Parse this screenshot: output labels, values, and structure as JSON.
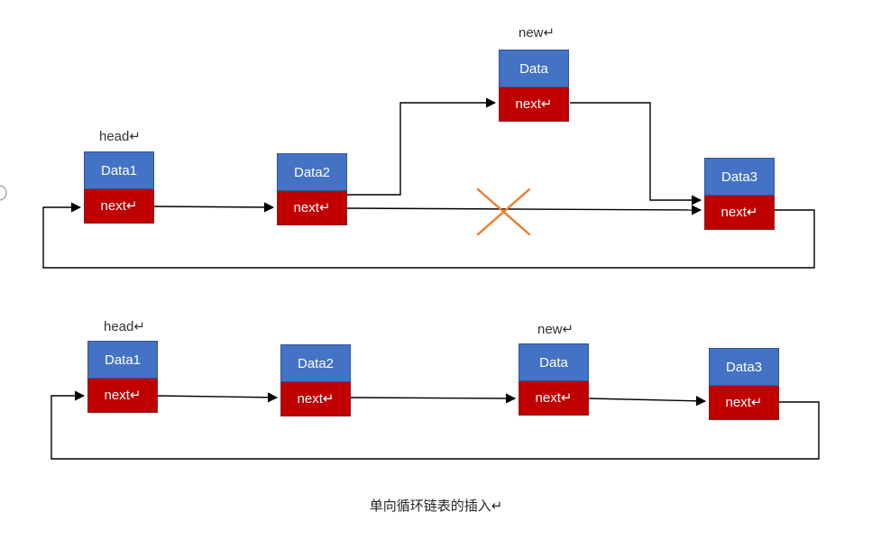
{
  "colors": {
    "blue": "#4472C4",
    "blue_border": "#2F5597",
    "red": "#C00000",
    "red_border": "#8F1E1E",
    "cross": "#ED7D31",
    "line": "#000000",
    "label": "#333333"
  },
  "top": {
    "head_label": "head↵",
    "new_label": "new↵",
    "new_node": {
      "data": "Data",
      "next": "next↵"
    },
    "node1": {
      "data": "Data1",
      "next": "next↵"
    },
    "node2": {
      "data": "Data2",
      "next": "next↵"
    },
    "node3": {
      "data": "Data3",
      "next": "next↵"
    }
  },
  "bottom": {
    "head_label": "head↵",
    "new_label": "new↵",
    "new_node": {
      "data": "Data",
      "next": "next↵"
    },
    "node1": {
      "data": "Data1",
      "next": "next↵"
    },
    "node2": {
      "data": "Data2",
      "next": "next↵"
    },
    "node3": {
      "data": "Data3",
      "next": "next↵"
    }
  },
  "caption": "单向循环链表的插入↵"
}
